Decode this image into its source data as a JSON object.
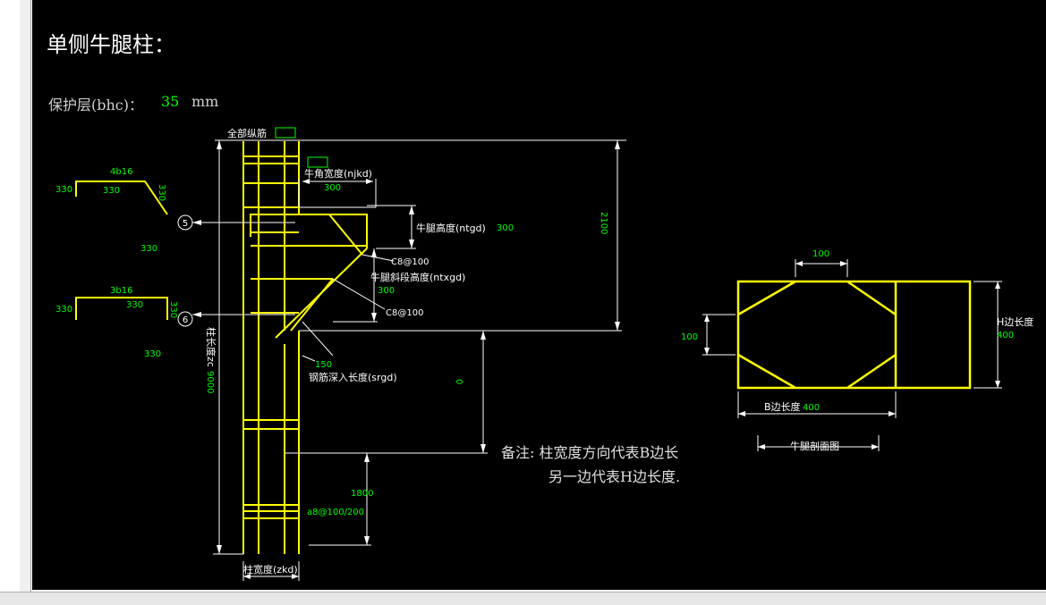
{
  "title": "单侧牛腿柱：",
  "cover": {
    "label": "保护层(bhc)：",
    "value": "35",
    "unit": "mm"
  },
  "labels": {
    "all_long_bars": "全部纵筋",
    "corner_width": "牛角宽度(njkd)",
    "corner_width_val": "300",
    "corbel_height": "牛腿高度(ntgd)",
    "corbel_height_val": "300",
    "stirrup_top": "C8@100",
    "slope_height": "牛腿斜段高度(ntxgd)",
    "slope_height_val": "300",
    "stirrup_mid": "C8@100",
    "anchor_val": "150",
    "anchor_len": "钢筋深入长度(srgd)",
    "dim_2100": "2100",
    "dim_0": "0",
    "col_length": "柱长度zc",
    "col_length_val": "9000",
    "dim_1800": "1800",
    "stirrup_bottom": "a8@100/200",
    "col_width": "柱宽度(zkd)",
    "bar5_title": "4b16",
    "bar5_left": "330",
    "bar5_mid": "330",
    "bar5_right": "330",
    "bar5_below": "330",
    "bar6_title": "3b16",
    "bar6_left": "330",
    "bar6_mid": "330",
    "bar6_right": "330",
    "bar6_below": "330",
    "marker5": "5",
    "marker6": "6",
    "sec_top_dim": "100",
    "sec_left_dim": "100",
    "sec_h_label": "H边长度",
    "sec_h_val": "400",
    "sec_b_label": "B边长度",
    "sec_b_val": "400",
    "sec_title": "牛腿剖面图",
    "note_line1": "备注: 柱宽度方向代表B边长",
    "note_line2": "另一边代表H边长度."
  },
  "colors": {
    "rebar": "#ffff00",
    "dim": "#ffffff",
    "value": "#00ff00",
    "text": "#ffffff"
  }
}
